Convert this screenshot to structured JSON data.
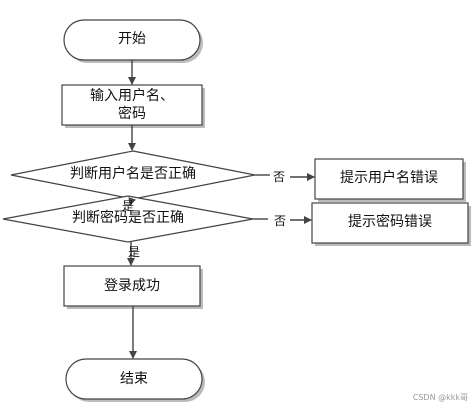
{
  "flow": {
    "start": "开始",
    "input": {
      "line1": "输入用户名、",
      "line2": "密码"
    },
    "check_username": "判断用户名是否正确",
    "username_no": "否",
    "username_error": "提示用户名错误",
    "username_yes": "是",
    "check_password": "判断密码是否正确",
    "password_no": "否",
    "password_error": "提示密码错误",
    "password_yes": "是",
    "login_success": "登录成功",
    "end": "结束"
  },
  "watermark": "CSDN @kkk哥",
  "colors": {
    "stroke": "#444444",
    "shadow": "#bbbbbb",
    "text": "#111111",
    "watermark": "#9a9a9a"
  }
}
